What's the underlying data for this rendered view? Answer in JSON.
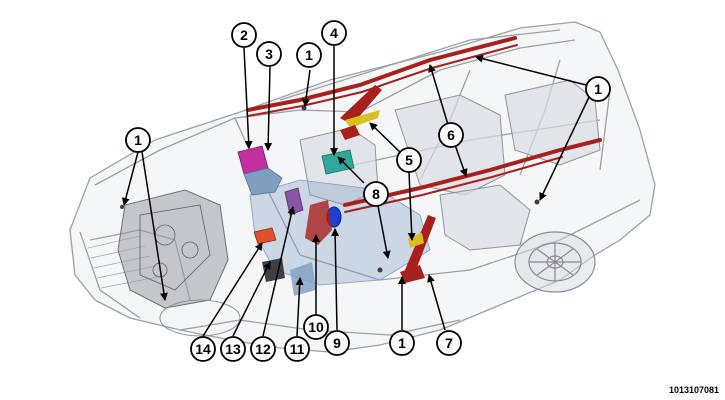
{
  "figure_ref": "1013107081",
  "callouts": [
    {
      "id": "c1-roof-center",
      "label": "1"
    },
    {
      "id": "c2",
      "label": "2"
    },
    {
      "id": "c3",
      "label": "3"
    },
    {
      "id": "c4",
      "label": "4"
    },
    {
      "id": "c1-front",
      "label": "1"
    },
    {
      "id": "c1-rear",
      "label": "1"
    },
    {
      "id": "c6",
      "label": "6"
    },
    {
      "id": "c5",
      "label": "5"
    },
    {
      "id": "c8",
      "label": "8"
    },
    {
      "id": "c1-bottom",
      "label": "1"
    },
    {
      "id": "c7",
      "label": "7"
    },
    {
      "id": "c9",
      "label": "9"
    },
    {
      "id": "c10",
      "label": "10"
    },
    {
      "id": "c11",
      "label": "11"
    },
    {
      "id": "c12",
      "label": "12"
    },
    {
      "id": "c13",
      "label": "13"
    },
    {
      "id": "c14",
      "label": "14"
    }
  ],
  "colors": {
    "airbag_red": "#a8201c",
    "module_magenta": "#c2309f",
    "module_teal": "#2fa79a",
    "module_blue": "#1f3fd0",
    "module_yellow": "#d8c020",
    "module_orange": "#e0502a",
    "module_purple": "#8a55a8",
    "ghost_body": "#c8ccd2",
    "floor_blue": "#7f9ec0"
  }
}
